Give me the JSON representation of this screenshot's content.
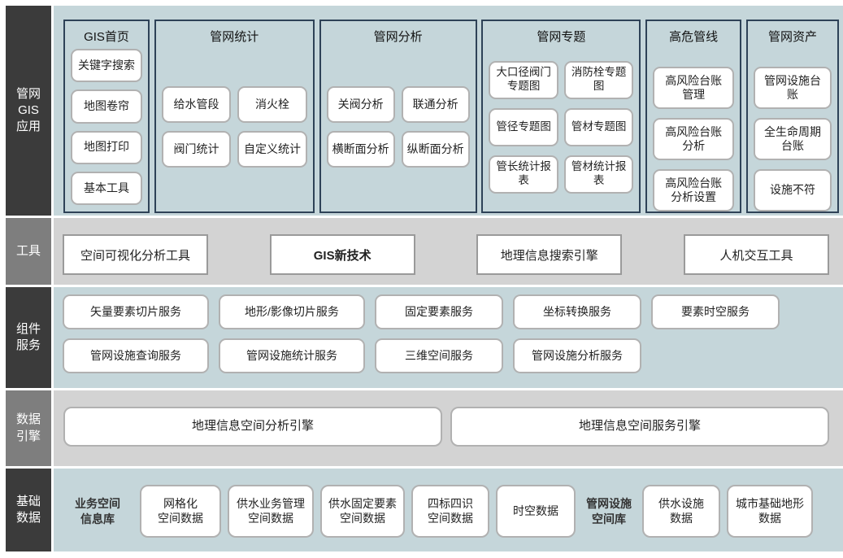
{
  "palette": {
    "row_teal": "#c5d6da",
    "row_gray": "#d3d3d3",
    "sidebar_dark": "#3b3b3b",
    "sidebar_mid": "#7e7e7e",
    "section_border": "#2e4257",
    "box_border": "#b1b1b1",
    "box_fill": "#ffffff"
  },
  "sidebar": {
    "app": "管网\nGIS\n应用",
    "tools": "工具",
    "services": "组件\n服务",
    "engine": "数据\n引擎",
    "base": "基础\n数据"
  },
  "app": {
    "sections": [
      {
        "title": "GIS首页",
        "items": [
          "关键字搜索",
          "地图卷帘",
          "地图打印",
          "基本工具"
        ]
      },
      {
        "title": "管网统计",
        "items": [
          "给水管段",
          "消火栓",
          "阀门统计",
          "自定义统计"
        ]
      },
      {
        "title": "管网分析",
        "items": [
          "关阀分析",
          "联通分析",
          "横断面分析",
          "纵断面分析"
        ]
      },
      {
        "title": "管网专题",
        "items": [
          "大口径阀门\n专题图",
          "消防栓专题\n图",
          "管径专题图",
          "管材专题图",
          "管长统计报\n表",
          "管材统计报\n表"
        ]
      },
      {
        "title": "高危管线",
        "items": [
          "高风险台账\n管理",
          "高风险台账\n分析",
          "高风险台账\n分析设置"
        ]
      },
      {
        "title": "管网资产",
        "items": [
          "管网设施台\n账",
          "全生命周期\n台账",
          "设施不符"
        ]
      }
    ]
  },
  "tools": {
    "items": [
      "空间可视化分析工具",
      "GIS新技术",
      "地理信息搜索引擎",
      "人机交互工具"
    ]
  },
  "services": {
    "row1": [
      "矢量要素切片服务",
      "地形/影像切片服务",
      "固定要素服务",
      "坐标转换服务",
      "要素时空服务"
    ],
    "row2": [
      "管网设施查询服务",
      "管网设施统计服务",
      "三维空间服务",
      "管网设施分析服务"
    ]
  },
  "engine": {
    "items": [
      "地理信息空间分析引擎",
      "地理信息空间服务引擎"
    ]
  },
  "base": {
    "groups": [
      {
        "label": "业务空间\n信息库",
        "items": [
          "网格化\n空间数据",
          "供水业务管理\n空间数据",
          "供水固定要素\n空间数据",
          "四标四识\n空间数据",
          "时空数据"
        ]
      },
      {
        "label": "管网设施\n空间库",
        "items": [
          "供水设施\n数据",
          "城市基础地形\n数据"
        ]
      }
    ]
  }
}
